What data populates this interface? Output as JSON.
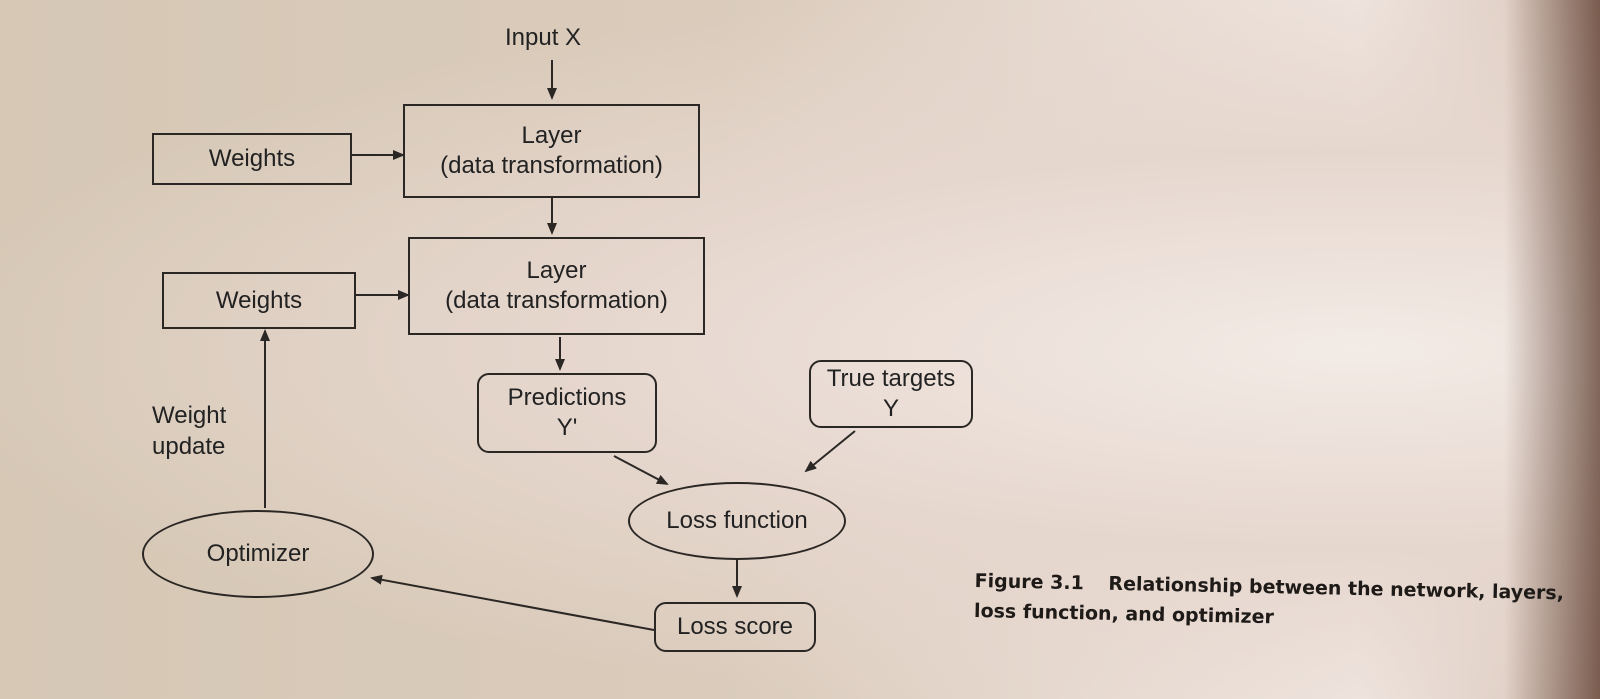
{
  "diagram": {
    "input": "Input X",
    "layer1": {
      "title": "Layer",
      "subtitle": "(data transformation)"
    },
    "layer2": {
      "title": "Layer",
      "subtitle": "(data transformation)"
    },
    "weights1": "Weights",
    "weights2": "Weights",
    "predictions": {
      "title": "Predictions",
      "symbol": "Y'"
    },
    "true_targets": {
      "title": "True targets",
      "symbol": "Y"
    },
    "loss_function": "Loss function",
    "loss_score": "Loss score",
    "optimizer": "Optimizer",
    "weight_update": {
      "line1": "Weight",
      "line2": "update"
    }
  },
  "caption": {
    "figure_number": "Figure 3.1",
    "text": "Relationship between the network, layers, loss function, and optimizer"
  },
  "colors": {
    "ink": "#2b2724",
    "paper": "#e3d6cb"
  }
}
